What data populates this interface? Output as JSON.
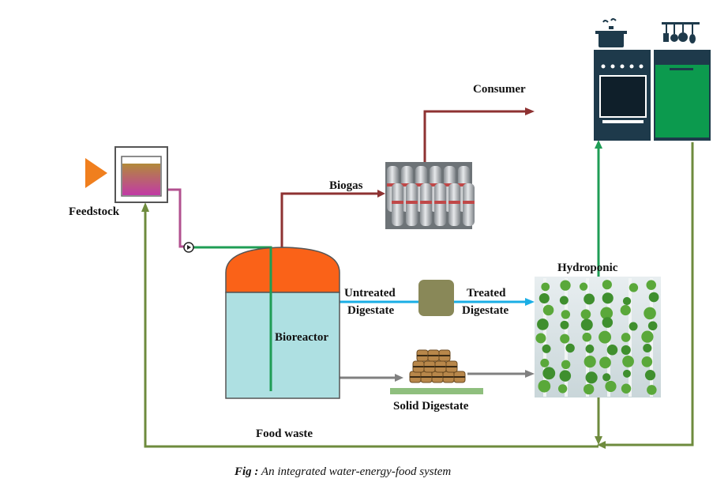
{
  "labels": {
    "feedstock": "Feedstock",
    "biogas": "Biogas",
    "consumer": "Consumer",
    "hydroponic": "Hydroponic",
    "untreated_line1": "Untreated",
    "untreated_line2": "Digestate",
    "treated_line1": "Treated",
    "treated_line2": "Digestate",
    "bioreactor": "Bioreactor",
    "solid_digestate": "Solid Digestate",
    "food_waste": "Food waste"
  },
  "caption": {
    "prefix": "Fig :",
    "text": " An integrated water-energy-food system"
  },
  "colors": {
    "biogas_line": "#8e3232",
    "green_line": "#1f9d55",
    "olive_line": "#6e8b3d",
    "blue_line": "#1aaee5",
    "gray_line": "#808080",
    "tank_top": "#fa6218",
    "tank_body": "#aee0e2",
    "kitchen_dark": "#1e3a4b",
    "kitchen_green": "#0c9a4e",
    "feed_arrow": "#f07f1e",
    "treater": "#898858"
  }
}
